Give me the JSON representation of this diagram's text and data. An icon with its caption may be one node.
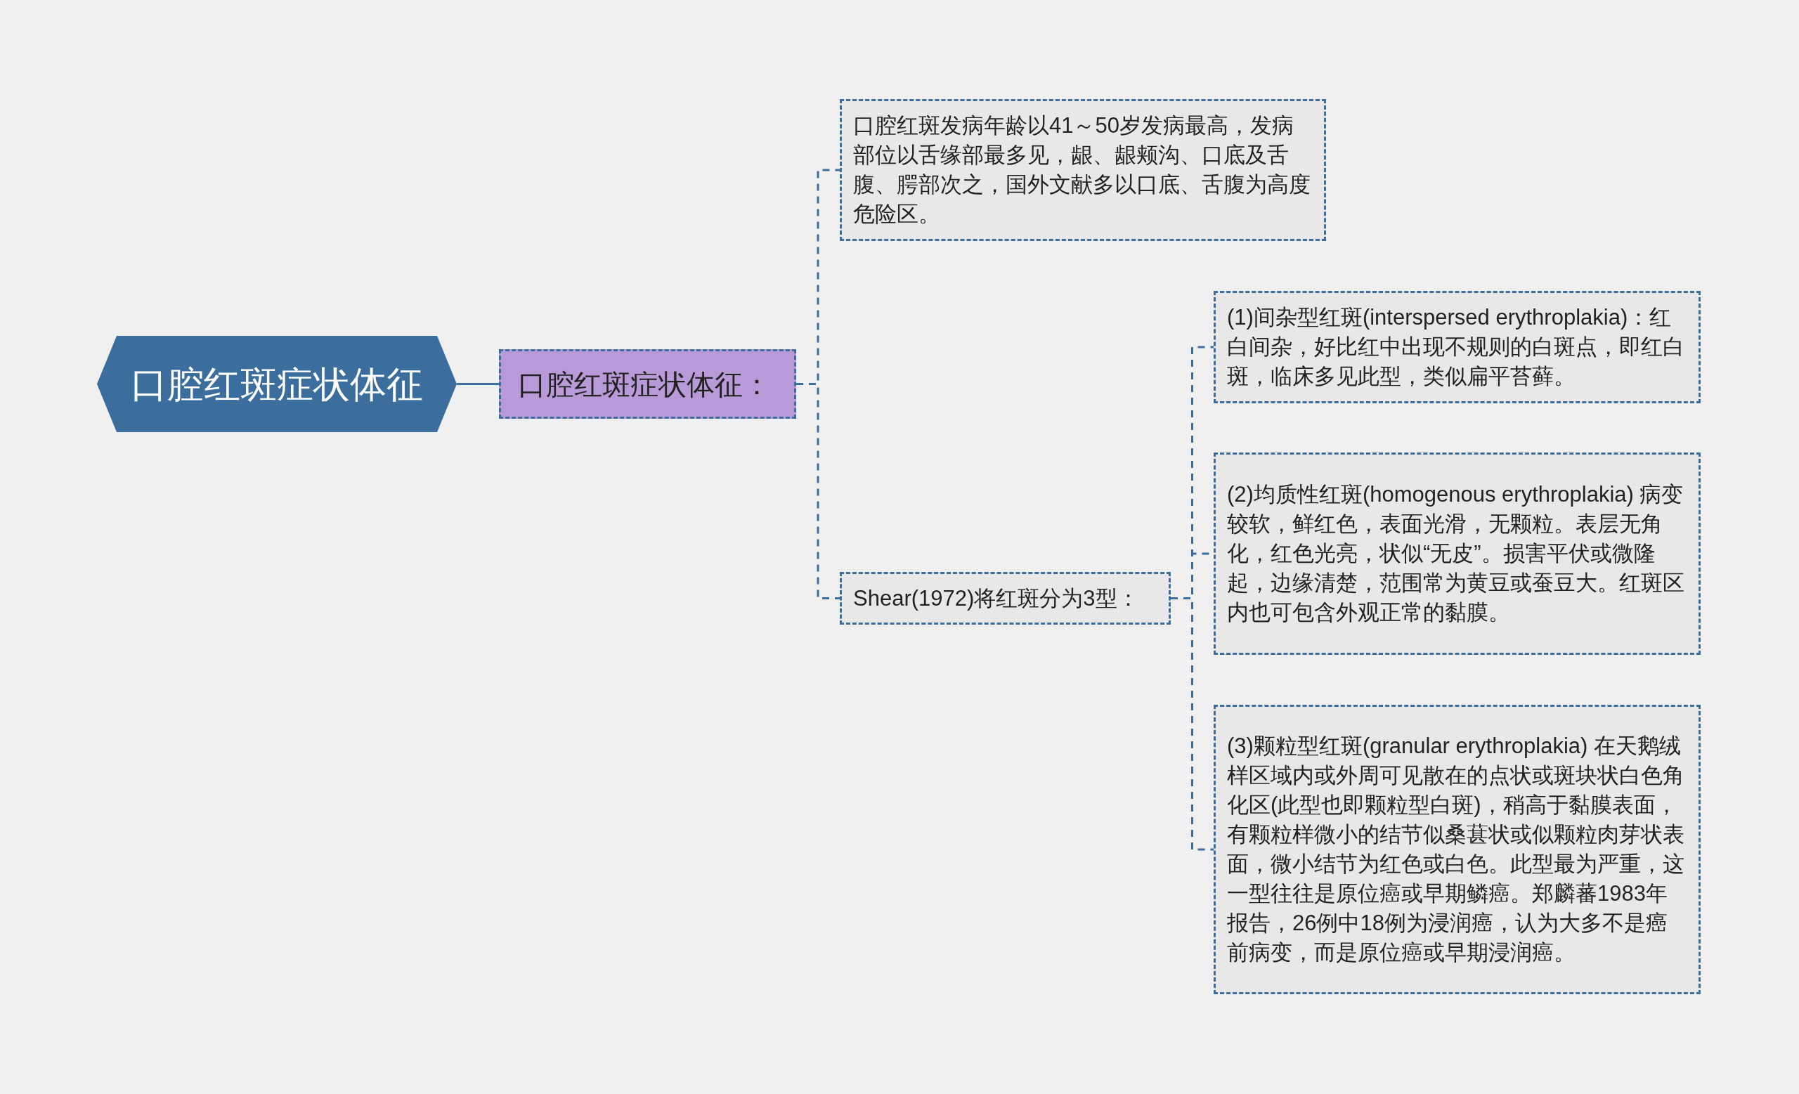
{
  "diagram": {
    "nodes": [
      {
        "text": [
          "口腔红斑症状体征"
        ]
      },
      {
        "text": [
          "口腔红斑症状体征："
        ]
      },
      {
        "text": [
          "口腔红斑发病年龄以41～50岁发病最高，发病部位以舌缘部最多见，龈、龈颊沟、口底及舌腹、腭部次之，国外文献多以口底、舌腹为高度危险区。"
        ]
      },
      {
        "text": [
          "Shear(1972)将红斑分为3型："
        ]
      },
      {
        "text": [
          "(1)间杂型红斑(interspersed erythroplakia)：红白间杂，好比红中出现不规则的白斑点，即红白斑，临床多见此型，类似扁平苔藓。"
        ]
      },
      {
        "text": [
          "(2)均质性红斑(homogenous erythroplakia) 病变较软，鲜红色，表面光滑，无颗粒。表层无角化，红色光亮，状似“无皮”。损害平伏或微隆起，边缘清楚，范围常为黄豆或蚕豆大。红斑区内也可包含外观正常的黏膜。"
        ]
      },
      {
        "text": [
          "(3)颗粒型红斑(granular erythroplakia) 在天鹅绒样区域内或外周可见散在的点状或斑块状白色角化区(此型也即颗粒型白斑)，稍高于黏膜表面，有颗粒样微小的结节似桑葚状或似颗粒肉芽状表面，微小结节为红色或白色。此型最为严重，这一型往往是原位癌或早期鳞癌。郑麟蕃1983年报告，26例中18例为浸润癌，认为大多不是癌前病变，而是原位癌或早期浸润癌。"
        ]
      }
    ],
    "edges": [
      {
        "from": 0,
        "to": 1,
        "arrow": "none"
      },
      {
        "from": 1,
        "to": 2,
        "arrow": "none",
        "style": "dashed"
      },
      {
        "from": 1,
        "to": 3,
        "arrow": "none",
        "style": "dashed"
      },
      {
        "from": 3,
        "to": 4,
        "arrow": "none",
        "style": "dashed"
      },
      {
        "from": 3,
        "to": 5,
        "arrow": "none",
        "style": "dashed"
      },
      {
        "from": 3,
        "to": 6,
        "arrow": "none",
        "style": "dashed"
      }
    ]
  }
}
